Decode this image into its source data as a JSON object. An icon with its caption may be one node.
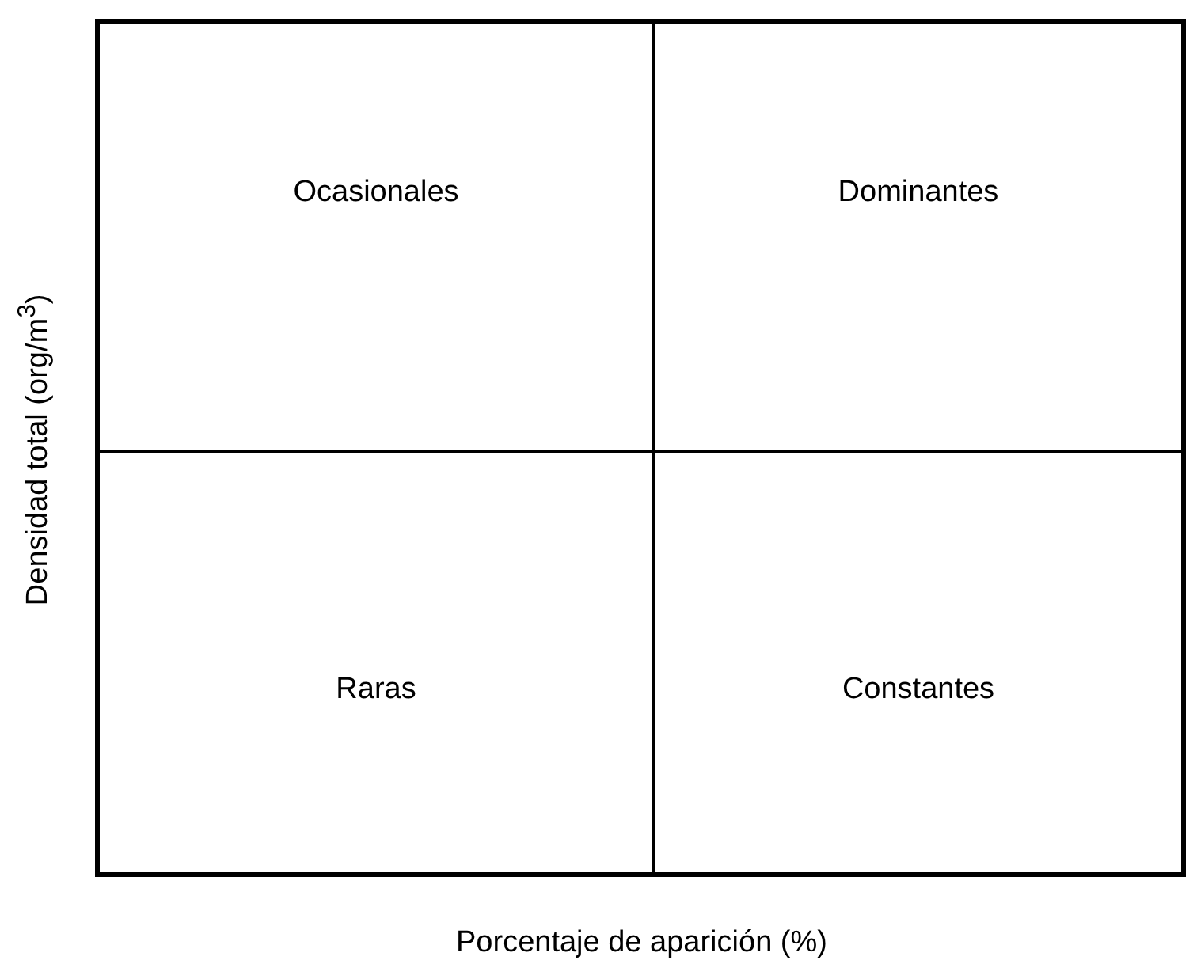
{
  "diagram": {
    "nodes": [
      {
        "text": [
          "Ocasionales"
        ]
      },
      {
        "text": [
          "Dominantes"
        ]
      },
      {
        "text": [
          "Raras"
        ]
      },
      {
        "text": [
          "Constantes"
        ]
      }
    ],
    "labels": [
      "Densidad total (org/m$^{3}$)",
      "Porcentaje de aparición (%)"
    ]
  }
}
